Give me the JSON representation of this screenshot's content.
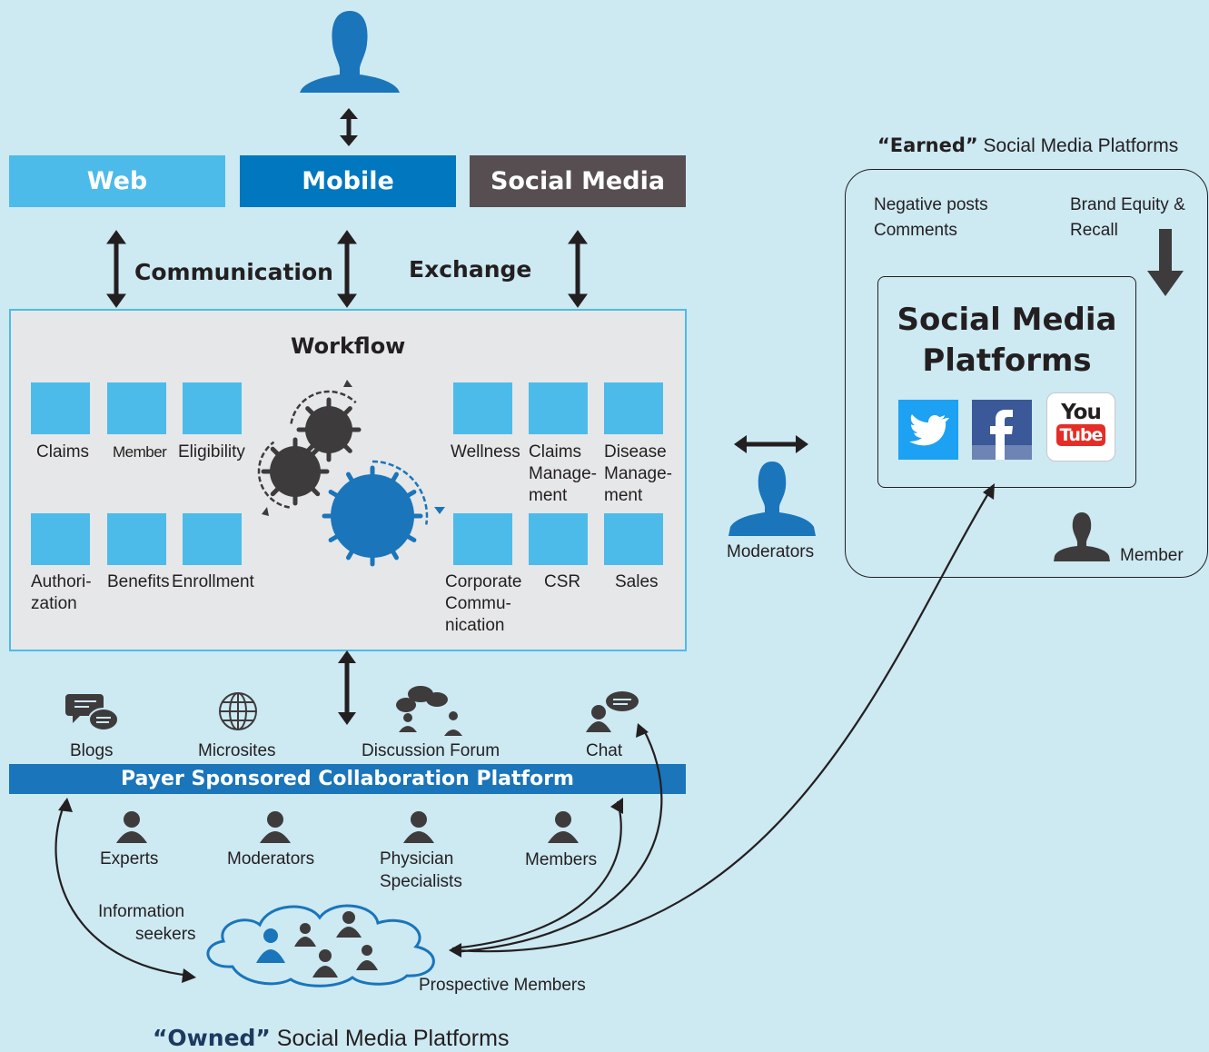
{
  "colors": {
    "background": "#cde9f2",
    "web": "#4dbbea",
    "mobile": "#0077be",
    "social_media": "#574e51",
    "platform_bar": "#1a75ba",
    "gear_blue": "#1a75ba",
    "gear_dark": "#3e3b3c",
    "module": "#4dbbea"
  },
  "channels": {
    "web": "Web",
    "mobile": "Mobile",
    "social_media": "Social Media"
  },
  "links": {
    "communication": "Communication",
    "exchange": "Exchange"
  },
  "workflow": {
    "title": "Workflow",
    "modules_left_top": [
      "Claims",
      "Member",
      "Eligibility"
    ],
    "modules_left_bottom": [
      "Authori-",
      "zation",
      "Benefits",
      "Enrollment"
    ],
    "modules_right_top": [
      "Wellness",
      "Claims",
      "Manage-",
      "ment",
      "Disease",
      "Manage-",
      "ment"
    ],
    "modules_right_bottom": [
      "Corporate",
      "Commu-",
      "nication",
      "CSR",
      "Sales"
    ]
  },
  "tools": {
    "blogs": "Blogs",
    "microsites": "Microsites",
    "forum": "Discussion Forum",
    "chat": "Chat"
  },
  "platform_bar": "Payer Sponsored Collaboration Platform",
  "participants": {
    "experts": "Experts",
    "moderators": "Moderators",
    "physician_1": "Physician",
    "physician_2": "Specialists",
    "members": "Members"
  },
  "seekers": {
    "line1": "Information",
    "line2": "seekers",
    "prospective": "Prospective Members"
  },
  "owned": {
    "bold": "“Owned”",
    "rest": " Social Media Platforms"
  },
  "earned": {
    "bold": "“Earned”",
    "rest": " Social Media Platforms",
    "neg1": "Negative posts",
    "neg2": "Comments",
    "brand1": "Brand Equity &",
    "brand2": "Recall",
    "platforms_title_1": "Social Media",
    "platforms_title_2": "Platforms",
    "member": "Member"
  },
  "youtube": {
    "line1": "You",
    "line2": "Tube"
  },
  "moderators_center": "Moderators",
  "icons": [
    "user-icon",
    "twitter-icon",
    "facebook-icon",
    "youtube-icon",
    "globe-icon",
    "chat-bubbles-icon",
    "gear-icon",
    "cloud-icon"
  ]
}
